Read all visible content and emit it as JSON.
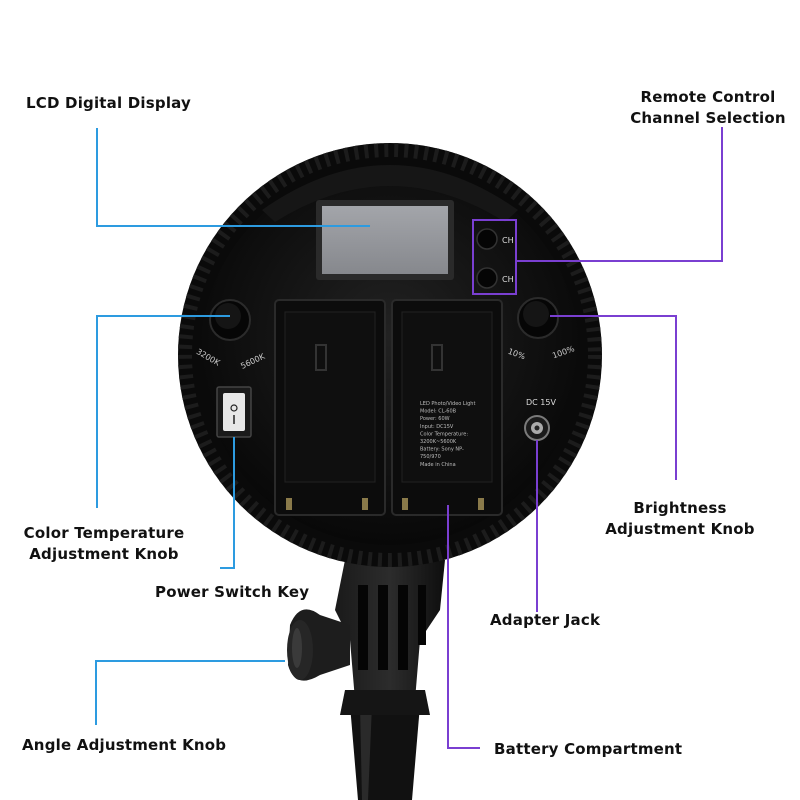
{
  "labels": {
    "lcd_display": "LCD Digital Display",
    "remote_control_line1": "Remote Control",
    "remote_control_line2": "Channel Selection",
    "color_temp_line1": "Color Temperature",
    "color_temp_line2": "Adjustment Knob",
    "power_switch": "Power Switch Key",
    "brightness_line1": "Brightness",
    "brightness_line2": "Adjustment Knob",
    "adapter_jack": "Adapter Jack",
    "angle_knob": "Angle Adjustment Knob",
    "battery_compartment": "Battery Compartment"
  },
  "device": {
    "ch_label_top": "CH",
    "ch_label_bottom": "CH",
    "temp_low": "3200K",
    "temp_high": "5600K",
    "bright_low": "10%",
    "bright_high": "100%",
    "dc_label": "DC 15V",
    "spec_lines": [
      "LED Photo/Video Light",
      "Model: CL-60B",
      "Power: 60W",
      "Input: DC15V",
      "Color Temperature:",
      "3200K~5600K",
      "Battery: Sony NP-",
      "750/970",
      "Made in China"
    ]
  },
  "colors": {
    "blue_line": "#2d9be0",
    "purple_line": "#7a3fd1",
    "body": "#111111",
    "lcd": "#8f9196"
  }
}
